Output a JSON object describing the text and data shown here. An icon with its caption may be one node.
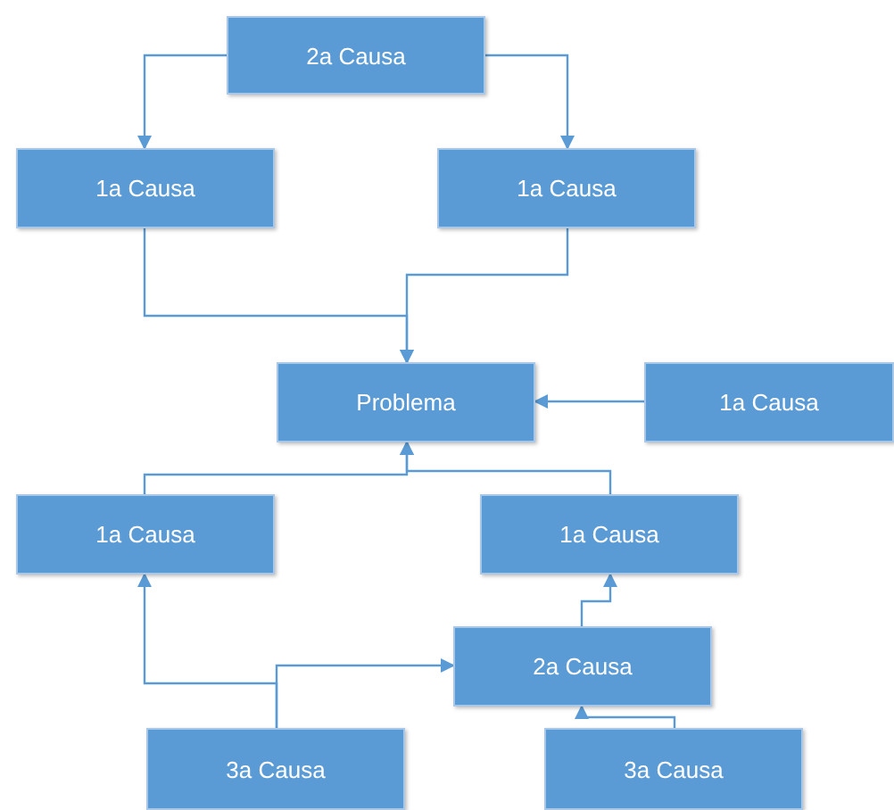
{
  "diagram": {
    "nodes": [
      {
        "text": [
          "2a Causa"
        ]
      },
      {
        "text": [
          "1a Causa"
        ]
      },
      {
        "text": [
          "1a Causa"
        ]
      },
      {
        "text": [
          "Problema"
        ]
      },
      {
        "text": [
          "1a Causa"
        ]
      },
      {
        "text": [
          "1a Causa"
        ]
      },
      {
        "text": [
          "1a Causa"
        ]
      },
      {
        "text": [
          "2a Causa"
        ]
      },
      {
        "text": [
          "3a Causa"
        ]
      },
      {
        "text": [
          "3a Causa"
        ]
      }
    ],
    "edges": [
      {
        "from": 0,
        "to": 1,
        "arrow": "to"
      },
      {
        "from": 0,
        "to": 2,
        "arrow": "to"
      },
      {
        "from": 1,
        "to": 3,
        "arrow": "to"
      },
      {
        "from": 2,
        "to": 3,
        "arrow": "to"
      },
      {
        "from": 4,
        "to": 3,
        "arrow": "to"
      },
      {
        "from": 5,
        "to": 3,
        "arrow": "to"
      },
      {
        "from": 6,
        "to": 3,
        "arrow": "to"
      },
      {
        "from": 7,
        "to": 6,
        "arrow": "to"
      },
      {
        "from": 8,
        "to": 5,
        "arrow": "to"
      },
      {
        "from": 8,
        "to": 7,
        "arrow": "to"
      },
      {
        "from": 9,
        "to": 7,
        "arrow": "to"
      }
    ]
  }
}
